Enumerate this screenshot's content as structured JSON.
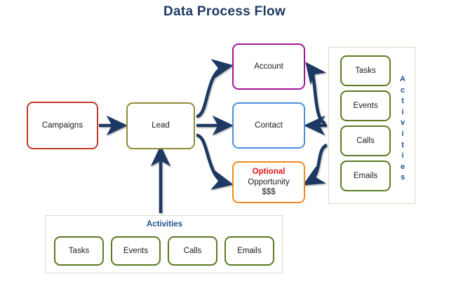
{
  "title": "Data Process Flow",
  "colors": {
    "title": "#1f3a63",
    "arrow": "#1b3864",
    "campaigns_border": "#c0392b",
    "lead_border": "#8f8a36",
    "account_border": "#a5129c",
    "contact_border": "#4a90d9",
    "opportunity_border": "#f18a21",
    "activity_border": "#5a7b22",
    "panel_border": "#ded9c8",
    "optional_text": "#e8121a",
    "activities_label": "#1f4e91"
  },
  "nodes": {
    "campaigns": {
      "label": "Campaigns"
    },
    "lead": {
      "label": "Lead"
    },
    "account": {
      "label": "Account"
    },
    "contact": {
      "label": "Contact"
    },
    "opportunity": {
      "optional": "Optional",
      "label": "Opportunity",
      "amount": "$$$"
    }
  },
  "panels": {
    "right_activities": {
      "title": "Activities",
      "title_letters": [
        "A",
        "c",
        "t",
        "i",
        "v",
        "i",
        "t",
        "i",
        "e",
        "s"
      ],
      "items": [
        {
          "label": "Tasks"
        },
        {
          "label": "Events"
        },
        {
          "label": "Calls"
        },
        {
          "label": "Emails"
        }
      ]
    },
    "bottom_activities": {
      "title": "Activities",
      "items": [
        {
          "label": "Tasks"
        },
        {
          "label": "Events"
        },
        {
          "label": "Calls"
        },
        {
          "label": "Emails"
        }
      ]
    }
  },
  "arrows": [
    {
      "name": "campaigns-to-lead",
      "from": "campaigns",
      "to": "lead"
    },
    {
      "name": "lead-to-account",
      "from": "lead",
      "to": "account"
    },
    {
      "name": "lead-to-contact",
      "from": "lead",
      "to": "contact"
    },
    {
      "name": "lead-to-opportunity",
      "from": "lead",
      "to": "opportunity"
    },
    {
      "name": "activities-to-account",
      "from": "right_activities",
      "to": "account"
    },
    {
      "name": "activities-to-contact",
      "from": "right_activities",
      "to": "contact"
    },
    {
      "name": "activities-to-opportunity",
      "from": "right_activities",
      "to": "opportunity"
    },
    {
      "name": "activities-to-lead",
      "from": "bottom_activities",
      "to": "lead"
    }
  ]
}
